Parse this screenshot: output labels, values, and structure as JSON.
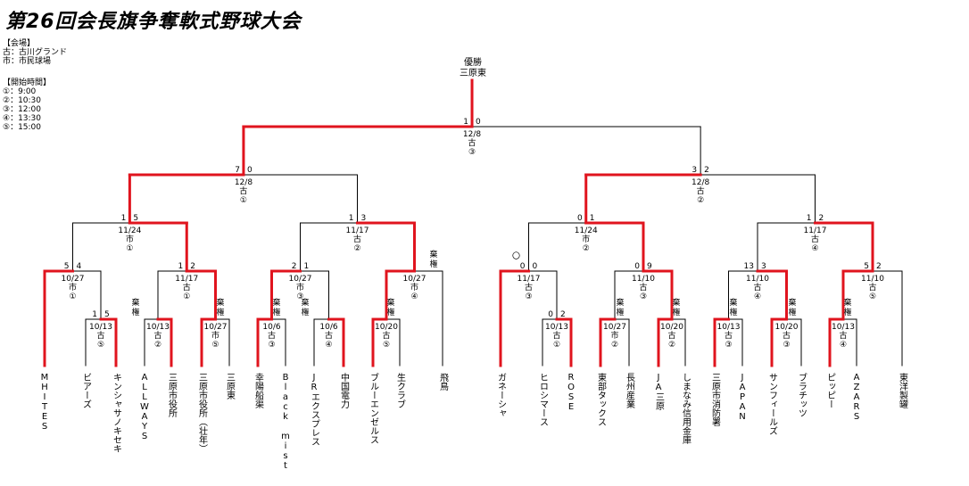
{
  "title": "第26回会長旗争奪軟式野球大会",
  "venue": {
    "heading": "【会場】",
    "items": [
      "古：古川グランド",
      "市：市民球場"
    ]
  },
  "times": {
    "heading": "【開始時間】",
    "items": [
      "①：9:00",
      "②：10:30",
      "③：12:00",
      "④：13:30",
      "⑤：15:00"
    ]
  },
  "champion": {
    "label": "優勝",
    "team": "三原東"
  },
  "teams": [
    "MHITES",
    "ビアーズ",
    "キンシャサノキセキ",
    "ALLWAYS",
    "三原市役所",
    "三原市役所（壮年）",
    "三原東",
    "幸陽船渠",
    "Black mist",
    "JRエクスプレス",
    "中国電力",
    "ブルーエンゼルス",
    "生クラブ",
    "飛鳥",
    "ガネーシャ",
    "ヒロシマース",
    "ROSE",
    "東部タックス",
    "長州産業",
    "JA三原",
    "しまなみ信用金庫",
    "三原市消防署",
    "JAPAN",
    "サンフィールズ",
    "ブラチッツ",
    "ピッピー",
    "AZARS",
    "東洋製罐"
  ],
  "matches": [
    {
      "date": "10/13",
      "code": "古",
      "slot": "⑤",
      "scores": [
        "1",
        "5"
      ],
      "mark": ""
    },
    {
      "date": "10/13",
      "code": "古",
      "slot": "②",
      "scores": [
        "棄権",
        ""
      ],
      "mark": ""
    },
    {
      "date": "10/27",
      "code": "市",
      "slot": "⑤",
      "scores": [
        "棄権",
        ""
      ],
      "mark": ""
    },
    {
      "date": "10/6",
      "code": "古",
      "slot": "③",
      "scores": [
        "棄権",
        ""
      ],
      "mark": ""
    },
    {
      "date": "10/6",
      "code": "古",
      "slot": "④",
      "scores": [
        "棄権",
        ""
      ],
      "mark": ""
    },
    {
      "date": "10/20",
      "code": "古",
      "slot": "⑤",
      "scores": [
        "棄権",
        ""
      ],
      "mark": ""
    },
    {
      "date": "10/13",
      "code": "古",
      "slot": "①",
      "scores": [
        "0",
        "2"
      ],
      "mark": ""
    },
    {
      "date": "10/27",
      "code": "市",
      "slot": "②",
      "scores": [
        "棄権",
        ""
      ],
      "mark": ""
    },
    {
      "date": "10/20",
      "code": "古",
      "slot": "②",
      "scores": [
        "棄権",
        ""
      ],
      "mark": ""
    },
    {
      "date": "10/13",
      "code": "古",
      "slot": "③",
      "scores": [
        "棄権",
        ""
      ],
      "mark": ""
    },
    {
      "date": "10/20",
      "code": "古",
      "slot": "③",
      "scores": [
        "棄権",
        ""
      ],
      "mark": ""
    },
    {
      "date": "10/13",
      "code": "古",
      "slot": "④",
      "scores": [
        "棄権",
        ""
      ],
      "mark": ""
    },
    {
      "date": "10/27",
      "code": "市",
      "slot": "①",
      "scores": [
        "5",
        "4"
      ],
      "mark": ""
    },
    {
      "date": "11/17",
      "code": "古",
      "slot": "①",
      "scores": [
        "1",
        "2"
      ],
      "mark": ""
    },
    {
      "date": "10/27",
      "code": "市",
      "slot": "③",
      "scores": [
        "2",
        "1"
      ],
      "mark": ""
    },
    {
      "date": "10/27",
      "code": "市",
      "slot": "④",
      "scores": [
        "棄権",
        ""
      ],
      "mark": ""
    },
    {
      "date": "11/17",
      "code": "古",
      "slot": "③",
      "scores": [
        "0",
        "0"
      ],
      "mark": "〇"
    },
    {
      "date": "11/10",
      "code": "古",
      "slot": "③",
      "scores": [
        "0",
        "9"
      ],
      "mark": ""
    },
    {
      "date": "11/10",
      "code": "古",
      "slot": "④",
      "scores": [
        "13",
        "3"
      ],
      "mark": ""
    },
    {
      "date": "11/10",
      "code": "古",
      "slot": "⑤",
      "scores": [
        "5",
        "2"
      ],
      "mark": ""
    },
    {
      "date": "11/24",
      "code": "市",
      "slot": "①",
      "scores": [
        "1",
        "5"
      ],
      "mark": ""
    },
    {
      "date": "11/17",
      "code": "古",
      "slot": "②",
      "scores": [
        "1",
        "3"
      ],
      "mark": ""
    },
    {
      "date": "11/24",
      "code": "市",
      "slot": "②",
      "scores": [
        "0",
        "1"
      ],
      "mark": ""
    },
    {
      "date": "11/17",
      "code": "古",
      "slot": "④",
      "scores": [
        "1",
        "2"
      ],
      "mark": ""
    },
    {
      "date": "12/8",
      "code": "古",
      "slot": "①",
      "scores": [
        "7",
        "0"
      ],
      "mark": ""
    },
    {
      "date": "12/8",
      "code": "古",
      "slot": "②",
      "scores": [
        "3",
        "2"
      ],
      "mark": ""
    },
    {
      "date": "12/8",
      "code": "古",
      "slot": "③",
      "scores": [
        "1",
        "0"
      ],
      "mark": ""
    }
  ],
  "colors": {
    "winner": "#e0141e",
    "line": "#000000",
    "background": "#ffffff"
  }
}
